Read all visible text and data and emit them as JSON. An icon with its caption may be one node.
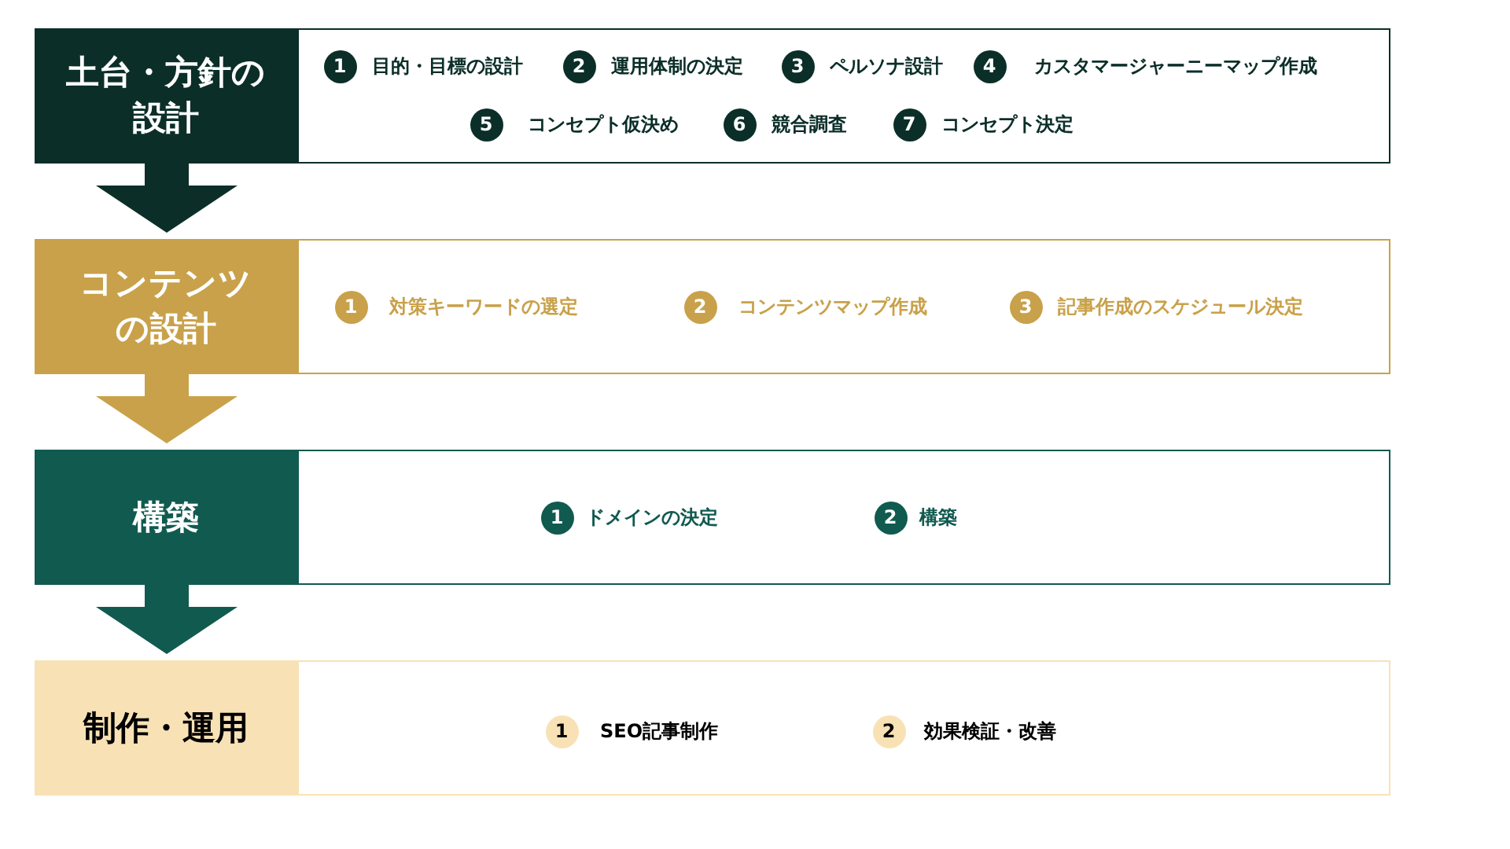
{
  "diagram": {
    "nodes": [
      {
        "text": [
          "土台・方針の設計"
        ]
      },
      {
        "text": [],
        "shape": "box"
      },
      {
        "text": [
          "1"
        ],
        "beside": [
          "目的・目標の設計"
        ],
        "in": 1
      },
      {
        "text": [
          "2"
        ],
        "beside": [
          "運用体制の決定"
        ],
        "in": 1
      },
      {
        "text": [
          "3"
        ],
        "beside": [
          "ペルソナ設計"
        ],
        "in": 1
      },
      {
        "text": [
          "4"
        ],
        "beside": [
          "カスタマージャーニーマップ作成"
        ],
        "in": 1
      },
      {
        "text": [
          "5"
        ],
        "beside": [
          "コンセプト仮決め"
        ],
        "in": 1
      },
      {
        "text": [
          "6"
        ],
        "beside": [
          "競合調査"
        ],
        "in": 1
      },
      {
        "text": [
          "7"
        ],
        "beside": [
          "コンセプト決定"
        ],
        "in": 1
      },
      {
        "text": [
          "コンテンツの設計"
        ]
      },
      {
        "text": [],
        "shape": "box"
      },
      {
        "text": [
          "1"
        ],
        "beside": [
          "対策キーワードの選定"
        ],
        "in": 10
      },
      {
        "text": [
          "2"
        ],
        "beside": [
          "コンテンツマップ作成"
        ],
        "in": 10
      },
      {
        "text": [
          "3"
        ],
        "beside": [
          "記事作成のスケジュール決定"
        ],
        "in": 10
      },
      {
        "text": [
          "構築"
        ]
      },
      {
        "text": [],
        "shape": "box"
      },
      {
        "text": [
          "1"
        ],
        "beside": [
          "ドメインの決定"
        ],
        "in": 15
      },
      {
        "text": [
          "2"
        ],
        "beside": [
          "構築"
        ],
        "in": 15
      },
      {
        "text": [
          "制作・運用"
        ]
      },
      {
        "text": [],
        "shape": "box"
      },
      {
        "text": [
          "1"
        ],
        "beside": [
          "SEO記事制作"
        ],
        "in": 19
      },
      {
        "text": [
          "2"
        ],
        "beside": [
          "効果検証・改善"
        ],
        "in": 19
      }
    ],
    "edges": [
      {
        "from": 0,
        "to": 9,
        "arrow": "to",
        "color": "#0b2e28"
      },
      {
        "from": 9,
        "to": 14,
        "arrow": "to",
        "color": "#c9a14a"
      },
      {
        "from": 14,
        "to": 18,
        "arrow": "to",
        "color": "#115a50"
      }
    ]
  }
}
